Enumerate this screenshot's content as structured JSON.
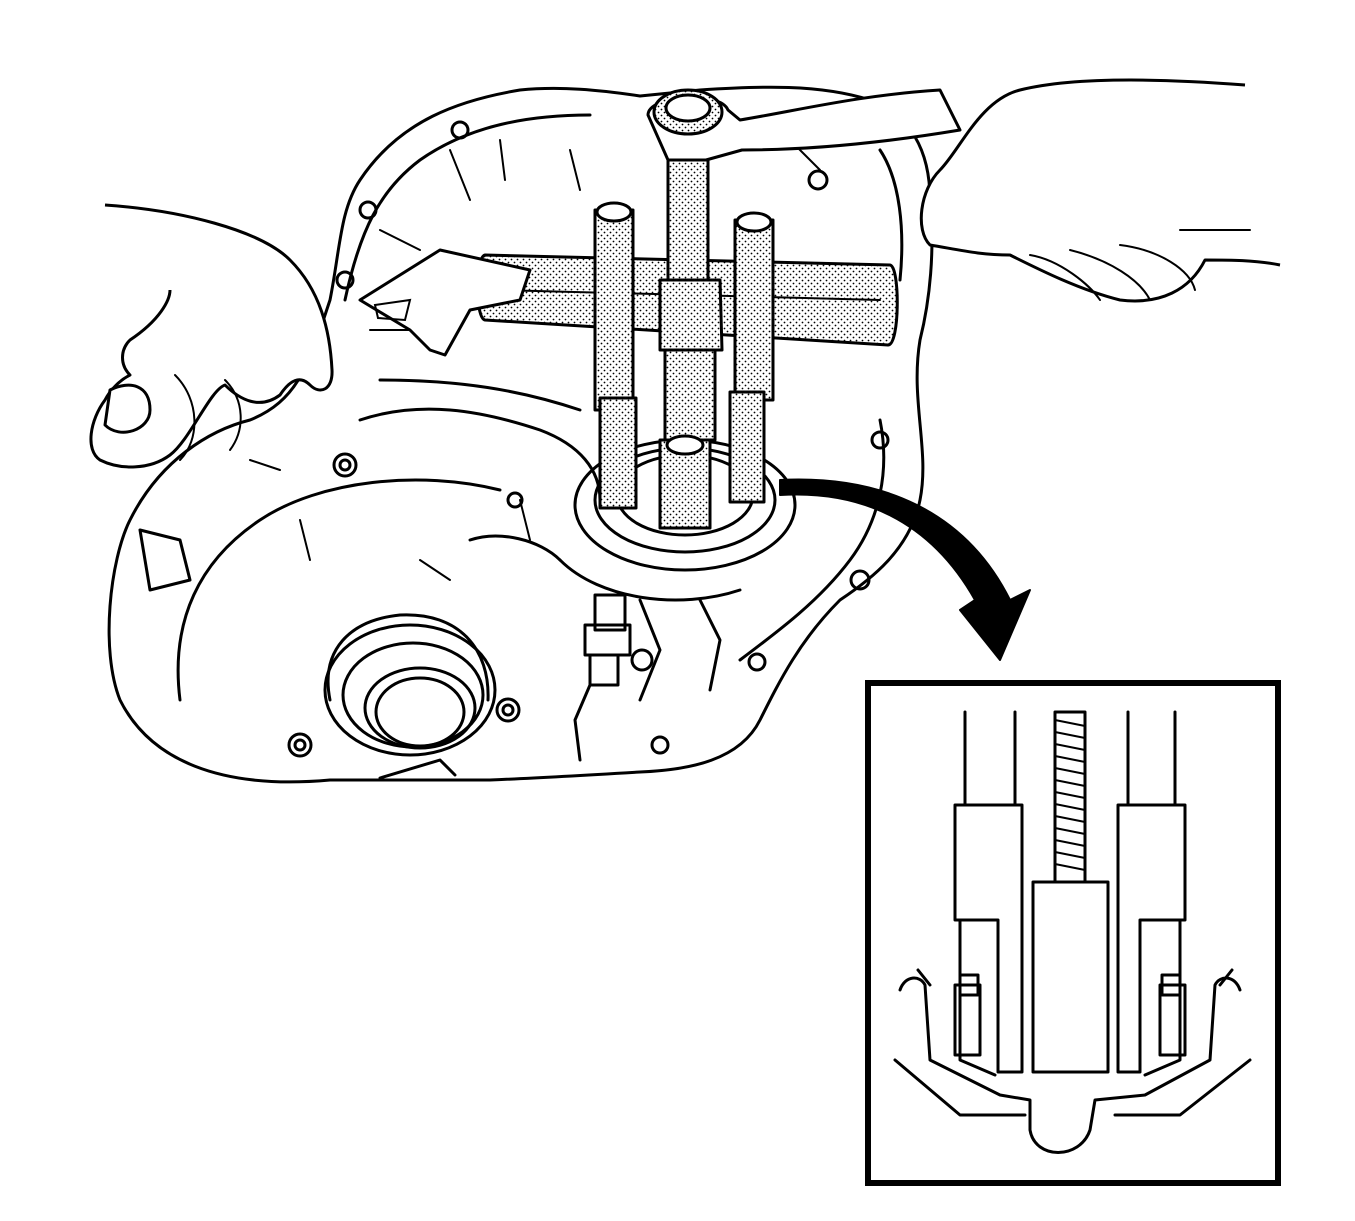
{
  "figure": {
    "main_view": "transaxle-case-with-bearing-puller",
    "detail_view": "puller-jaws-engaged-under-bearing",
    "colors": {
      "line": "#000000",
      "background": "#ffffff",
      "tool_fill": "stipple"
    }
  }
}
